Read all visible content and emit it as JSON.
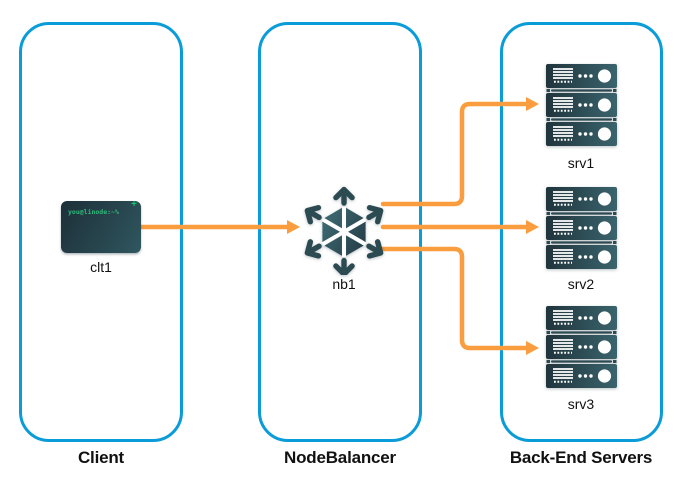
{
  "colors": {
    "accent_blue": "#0a9cd9",
    "arrow_orange": "#f99d3e",
    "icon_dark": "#2b4a52",
    "terminal_green": "#2fba7a",
    "label_dark": "#111111"
  },
  "client": {
    "group_label": "Client",
    "node_label": "clt1",
    "terminal_prompt": "you@linode:~%"
  },
  "nodebalancer": {
    "group_label": "NodeBalancer",
    "node_label": "nb1"
  },
  "backend": {
    "group_label": "Back-End Servers",
    "servers": [
      {
        "label": "srv1"
      },
      {
        "label": "srv2"
      },
      {
        "label": "srv3"
      }
    ]
  },
  "icons": {
    "terminal_plus": "+"
  }
}
